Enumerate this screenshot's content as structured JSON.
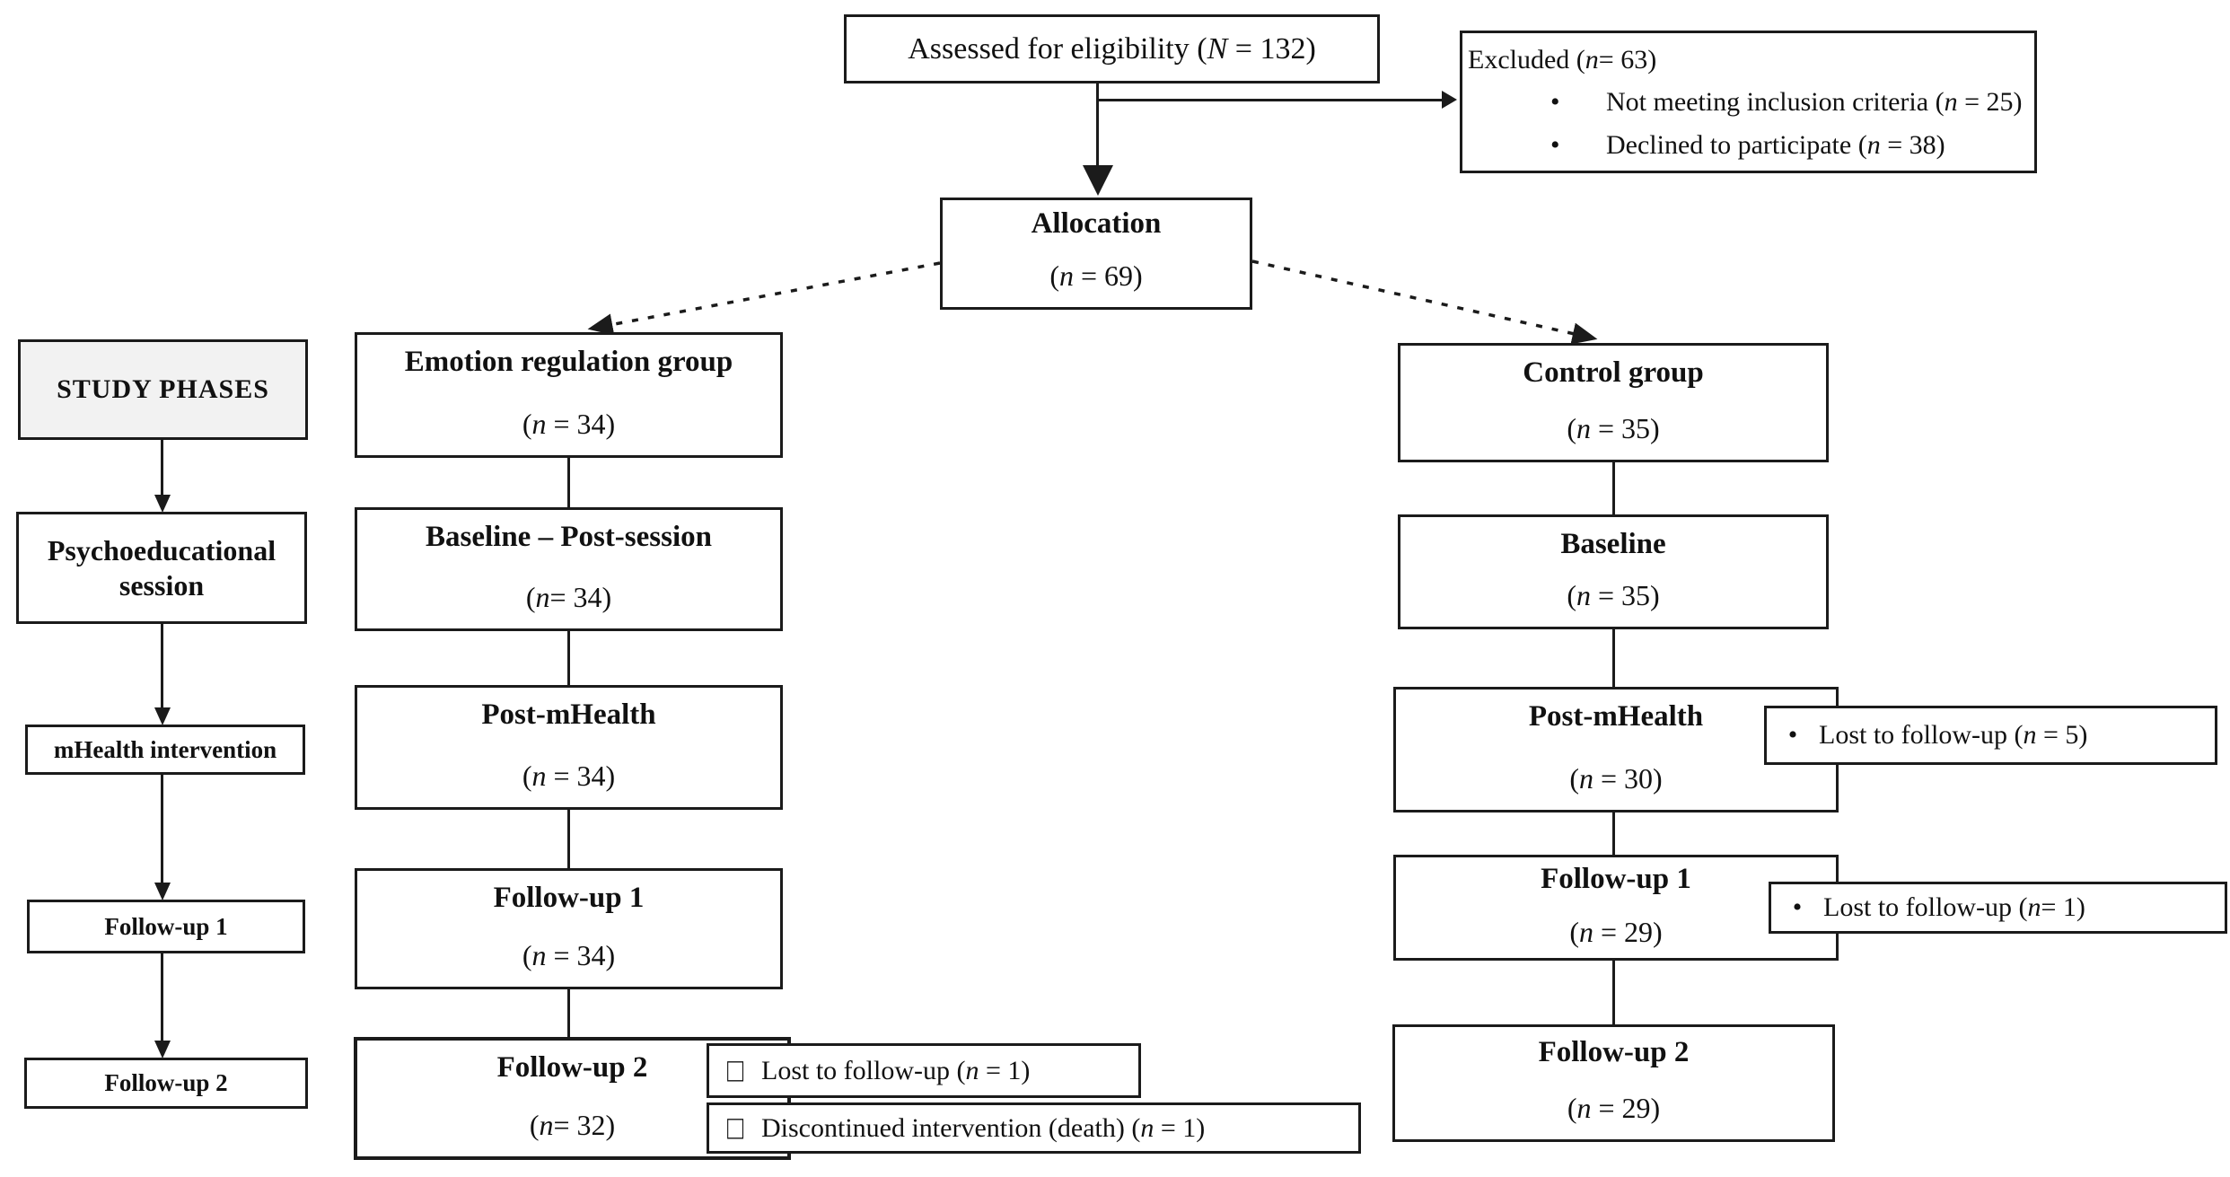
{
  "colors": {
    "border": "#1b1b1b",
    "phase_header_fill": "#f2f2f2",
    "background": "#ffffff"
  },
  "assessed": {
    "label": "Assessed for eligibility (N = 132)"
  },
  "excluded": {
    "title": "Excluded (n= 63)",
    "bullet": "•",
    "items": [
      "Not meeting inclusion criteria (n = 25)",
      "Declined to participate (n = 38)"
    ]
  },
  "allocation": {
    "title": "Allocation",
    "n": "(n = 69)"
  },
  "study_phases": {
    "header": "STUDY PHASES",
    "phases": [
      "Psychoeducational session",
      "mHealth intervention",
      "Follow-up 1",
      "Follow-up 2"
    ]
  },
  "emotion_group": {
    "boxes": [
      {
        "title": "Emotion regulation group",
        "n": "(n = 34)"
      },
      {
        "title": "Baseline – Post-session",
        "n": "(n= 34)"
      },
      {
        "title": "Post-mHealth",
        "n": "(n = 34)"
      },
      {
        "title": "Follow-up 1",
        "n": "(n = 34)"
      },
      {
        "title": "Follow-up 2",
        "n": "(n= 32)"
      }
    ],
    "followup2_notes": [
      {
        "bullet": "□",
        "text": "Lost to follow-up (n = 1)"
      },
      {
        "bullet": "□",
        "text": "Discontinued intervention (death) (n = 1)"
      }
    ]
  },
  "control_group": {
    "boxes": [
      {
        "title": "Control group",
        "n": "(n = 35)"
      },
      {
        "title": "Baseline",
        "n": "(n = 35)"
      },
      {
        "title": "Post-mHealth",
        "n": "(n = 30)"
      },
      {
        "title": "Follow-up 1",
        "n": "(n = 29)"
      },
      {
        "title": "Follow-up 2",
        "n": "(n = 29)"
      }
    ],
    "post_mhealth_note": {
      "bullet": "•",
      "text": "Lost to follow-up (n = 5)"
    },
    "followup1_note": {
      "bullet": "•",
      "text": "Lost to follow-up (n= 1)"
    }
  }
}
